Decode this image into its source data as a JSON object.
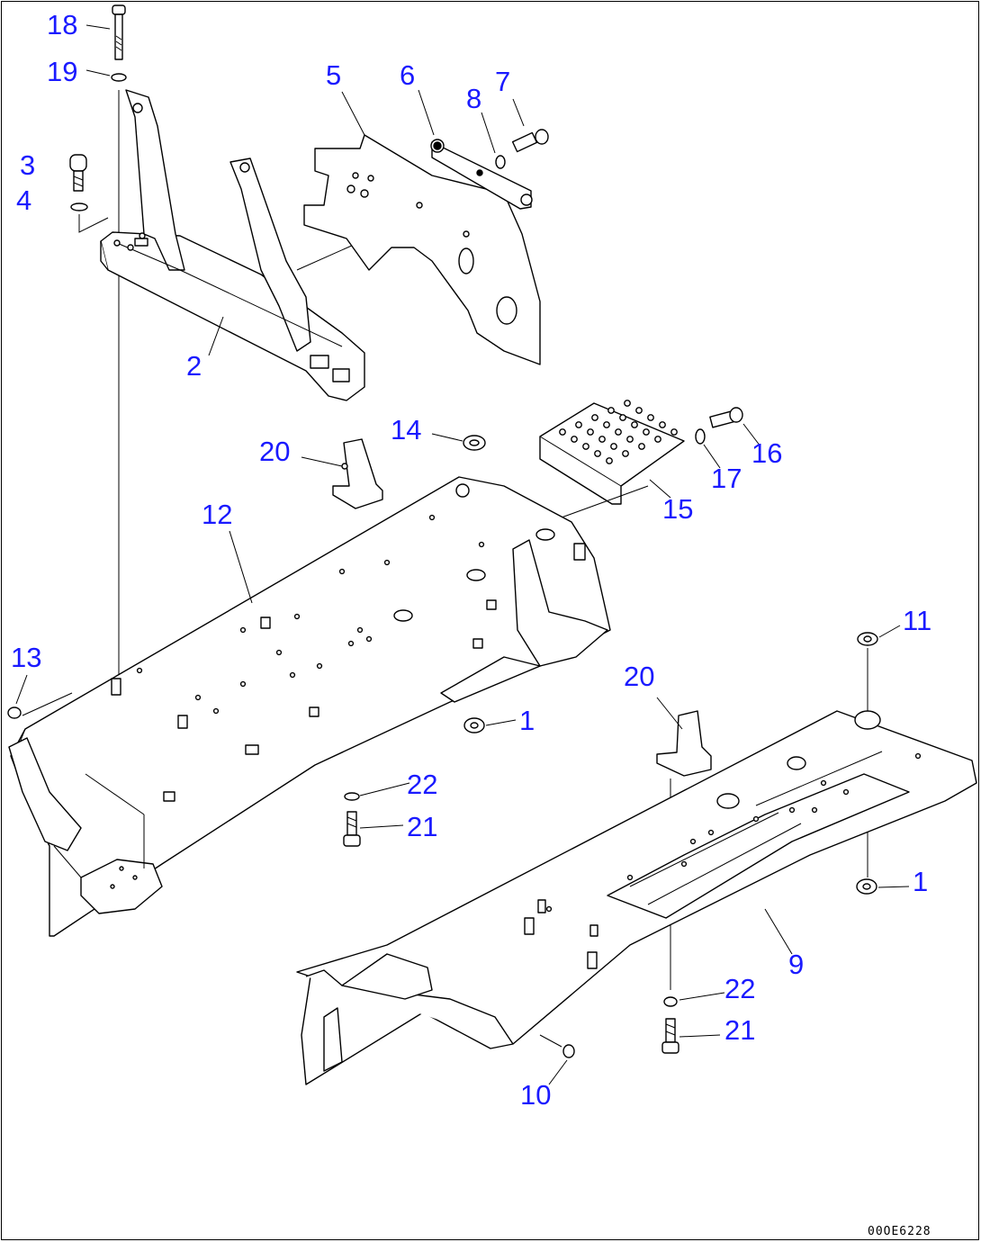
{
  "diagram": {
    "code": "00OE6228",
    "callouts": [
      {
        "id": "18",
        "label": "18"
      },
      {
        "id": "19",
        "label": "19"
      },
      {
        "id": "3",
        "label": "3"
      },
      {
        "id": "4",
        "label": "4"
      },
      {
        "id": "5",
        "label": "5"
      },
      {
        "id": "6",
        "label": "6"
      },
      {
        "id": "7",
        "label": "7"
      },
      {
        "id": "8",
        "label": "8"
      },
      {
        "id": "2",
        "label": "2"
      },
      {
        "id": "14",
        "label": "14"
      },
      {
        "id": "20a",
        "label": "20"
      },
      {
        "id": "16",
        "label": "16"
      },
      {
        "id": "17",
        "label": "17"
      },
      {
        "id": "15",
        "label": "15"
      },
      {
        "id": "12",
        "label": "12"
      },
      {
        "id": "13",
        "label": "13"
      },
      {
        "id": "11",
        "label": "11"
      },
      {
        "id": "20b",
        "label": "20"
      },
      {
        "id": "1a",
        "label": "1"
      },
      {
        "id": "22a",
        "label": "22"
      },
      {
        "id": "21a",
        "label": "21"
      },
      {
        "id": "1b",
        "label": "1"
      },
      {
        "id": "9",
        "label": "9"
      },
      {
        "id": "22b",
        "label": "22"
      },
      {
        "id": "21b",
        "label": "21"
      },
      {
        "id": "10",
        "label": "10"
      }
    ]
  }
}
